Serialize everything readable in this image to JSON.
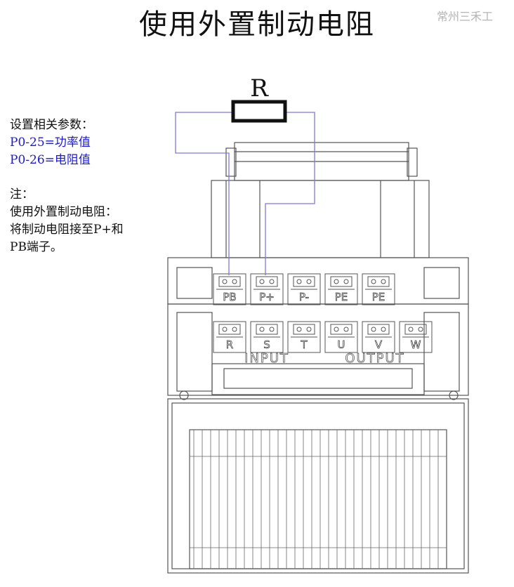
{
  "title": "使用外置制动电阻",
  "watermark": "常州三禾工",
  "resistor_label": "R",
  "notes": {
    "heading": "设置相关参数：",
    "param1": "P0-25=功率值",
    "param2": "P0-26=电阻值",
    "note_label": "注：",
    "note_line1": "使用外置制动电阻：",
    "note_line2": "将制动电阻接至P+和",
    "note_line3": "PB端子。"
  },
  "terminals_top": [
    "PB",
    "P+",
    "P-",
    "PE",
    "PE"
  ],
  "terminals_bottom": [
    "R",
    "S",
    "T",
    "U",
    "V",
    "W"
  ],
  "input_label": "INPUT",
  "output_label": "OUTPUT",
  "colors": {
    "wire": "#7b7bd9",
    "param_text": "#1a1ad8",
    "outline": "#555555"
  }
}
